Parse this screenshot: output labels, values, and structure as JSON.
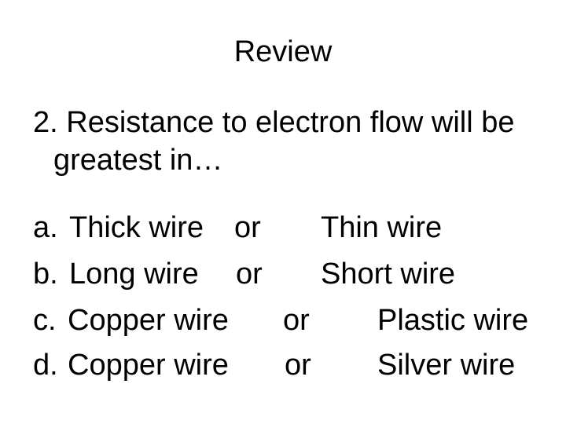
{
  "slide": {
    "title": "Review",
    "question": {
      "line1": "2. Resistance to electron flow will be",
      "line2": "greatest in…"
    },
    "options": [
      {
        "label": "a.",
        "first": "Thick wire",
        "conjunction": "or",
        "second": "Thin wire"
      },
      {
        "label": "b.",
        "first": "Long wire",
        "conjunction": "or",
        "second": "Short wire"
      },
      {
        "label": "c.",
        "first": "Copper wire",
        "conjunction": "or",
        "second": "Plastic wire"
      },
      {
        "label": "d.",
        "first": "Copper wire",
        "conjunction": "or",
        "second": "Silver wire"
      }
    ],
    "colors": {
      "background": "#ffffff",
      "text": "#000000"
    }
  }
}
